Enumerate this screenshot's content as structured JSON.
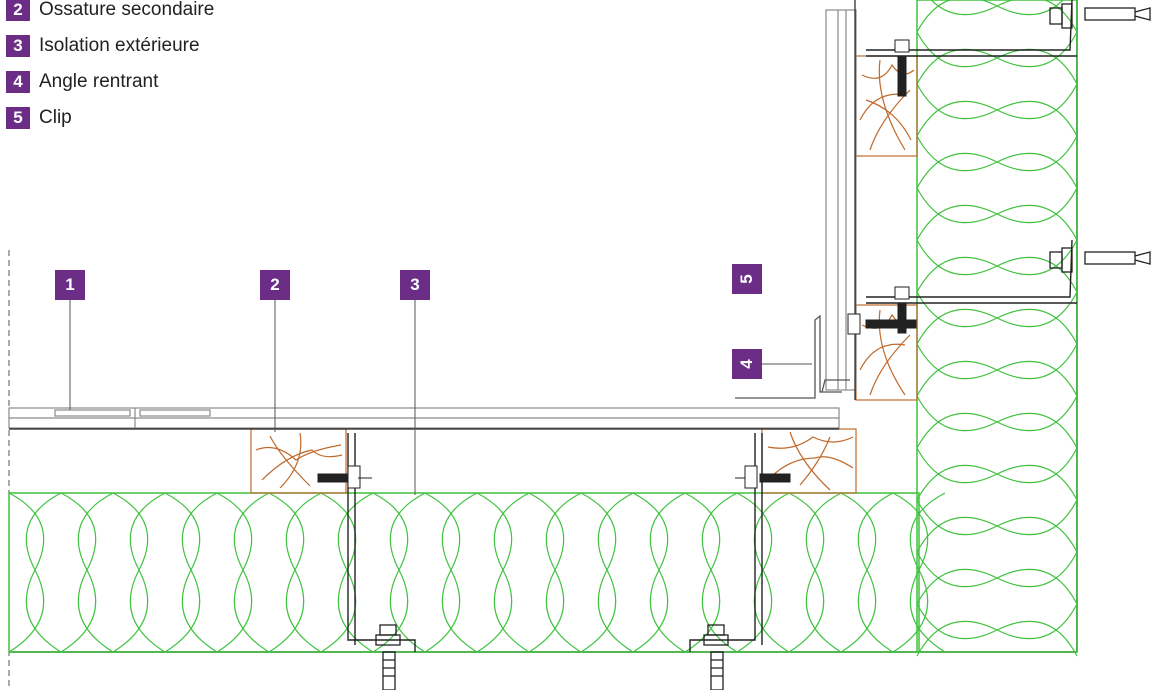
{
  "legend": {
    "items": [
      {
        "num": "2",
        "label": "Ossature secondaire"
      },
      {
        "num": "3",
        "label": "Isolation extérieure"
      },
      {
        "num": "4",
        "label": "Angle rentrant"
      },
      {
        "num": "5",
        "label": "Clip"
      }
    ]
  },
  "callouts": {
    "c1": "1",
    "c2": "2",
    "c3": "3",
    "c4": "4",
    "c5": "5"
  },
  "colors": {
    "badge": "#6b2d86",
    "insulation": "#3fc23f",
    "wood": "#c0692a",
    "line": "#222222",
    "cladding": "#8a8a8a"
  }
}
